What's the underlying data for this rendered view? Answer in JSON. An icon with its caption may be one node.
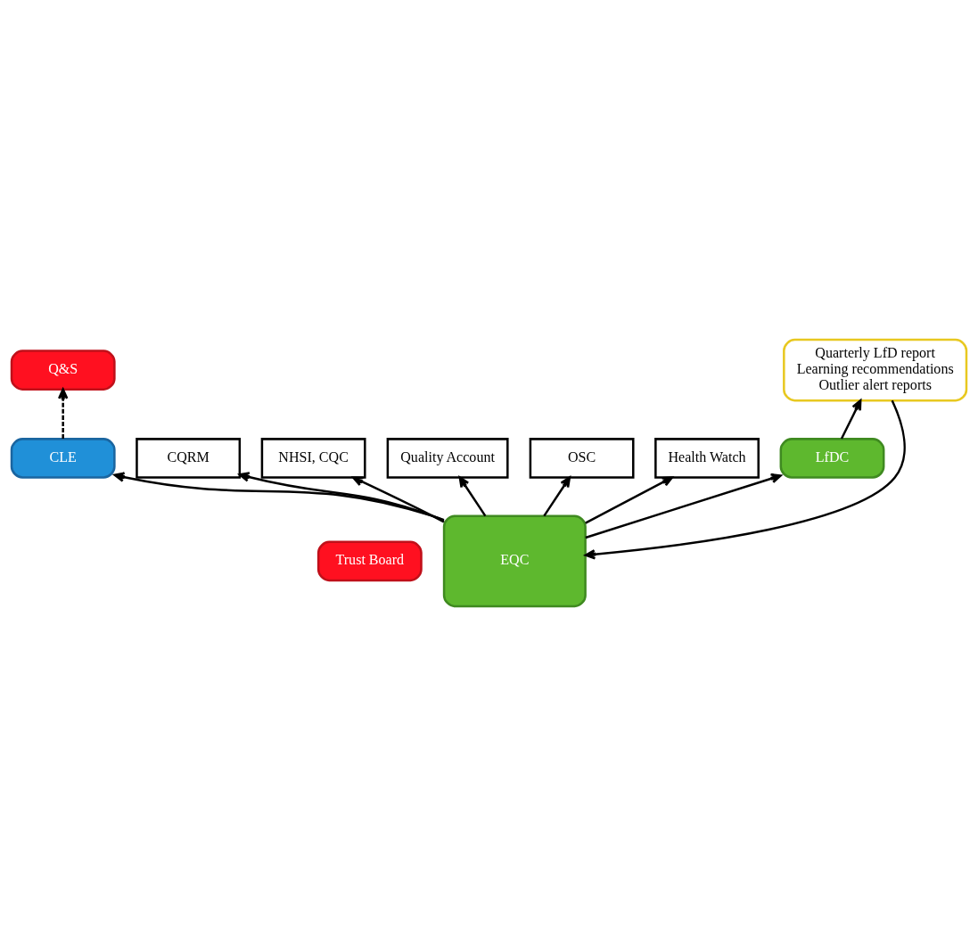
{
  "diagram": {
    "nodes": [
      {
        "text": [
          "Trust Board"
        ]
      },
      {
        "text": [
          "Q&S"
        ]
      },
      {
        "text": [
          "CLE"
        ]
      },
      {
        "text": [
          "EQC"
        ]
      },
      {
        "text": [
          "CQRM"
        ]
      },
      {
        "text": [
          "NHSI, CQC"
        ]
      },
      {
        "text": [
          "Quality Account"
        ]
      },
      {
        "text": [
          "OSC"
        ]
      },
      {
        "text": [
          "Health Watch"
        ]
      },
      {
        "text": [
          "Quarterly LfD report",
          "Learning recommendations",
          "Outlier alert reports"
        ]
      },
      {
        "text": [
          "LfDC"
        ]
      }
    ],
    "edges": [
      {
        "from": 2,
        "to": 1,
        "arrow": "to",
        "style": "dashed"
      },
      {
        "from": 3,
        "to": 2,
        "arrow": "to"
      },
      {
        "from": 3,
        "to": 4,
        "arrow": "to"
      },
      {
        "from": 3,
        "to": 5,
        "arrow": "to"
      },
      {
        "from": 3,
        "to": 6,
        "arrow": "to"
      },
      {
        "from": 3,
        "to": 7,
        "arrow": "to"
      },
      {
        "from": 3,
        "to": 8,
        "arrow": "to"
      },
      {
        "from": 3,
        "to": 10,
        "arrow": "to"
      },
      {
        "from": 10,
        "to": 9,
        "arrow": "to"
      },
      {
        "from": 9,
        "to": 3,
        "arrow": "to"
      }
    ]
  }
}
